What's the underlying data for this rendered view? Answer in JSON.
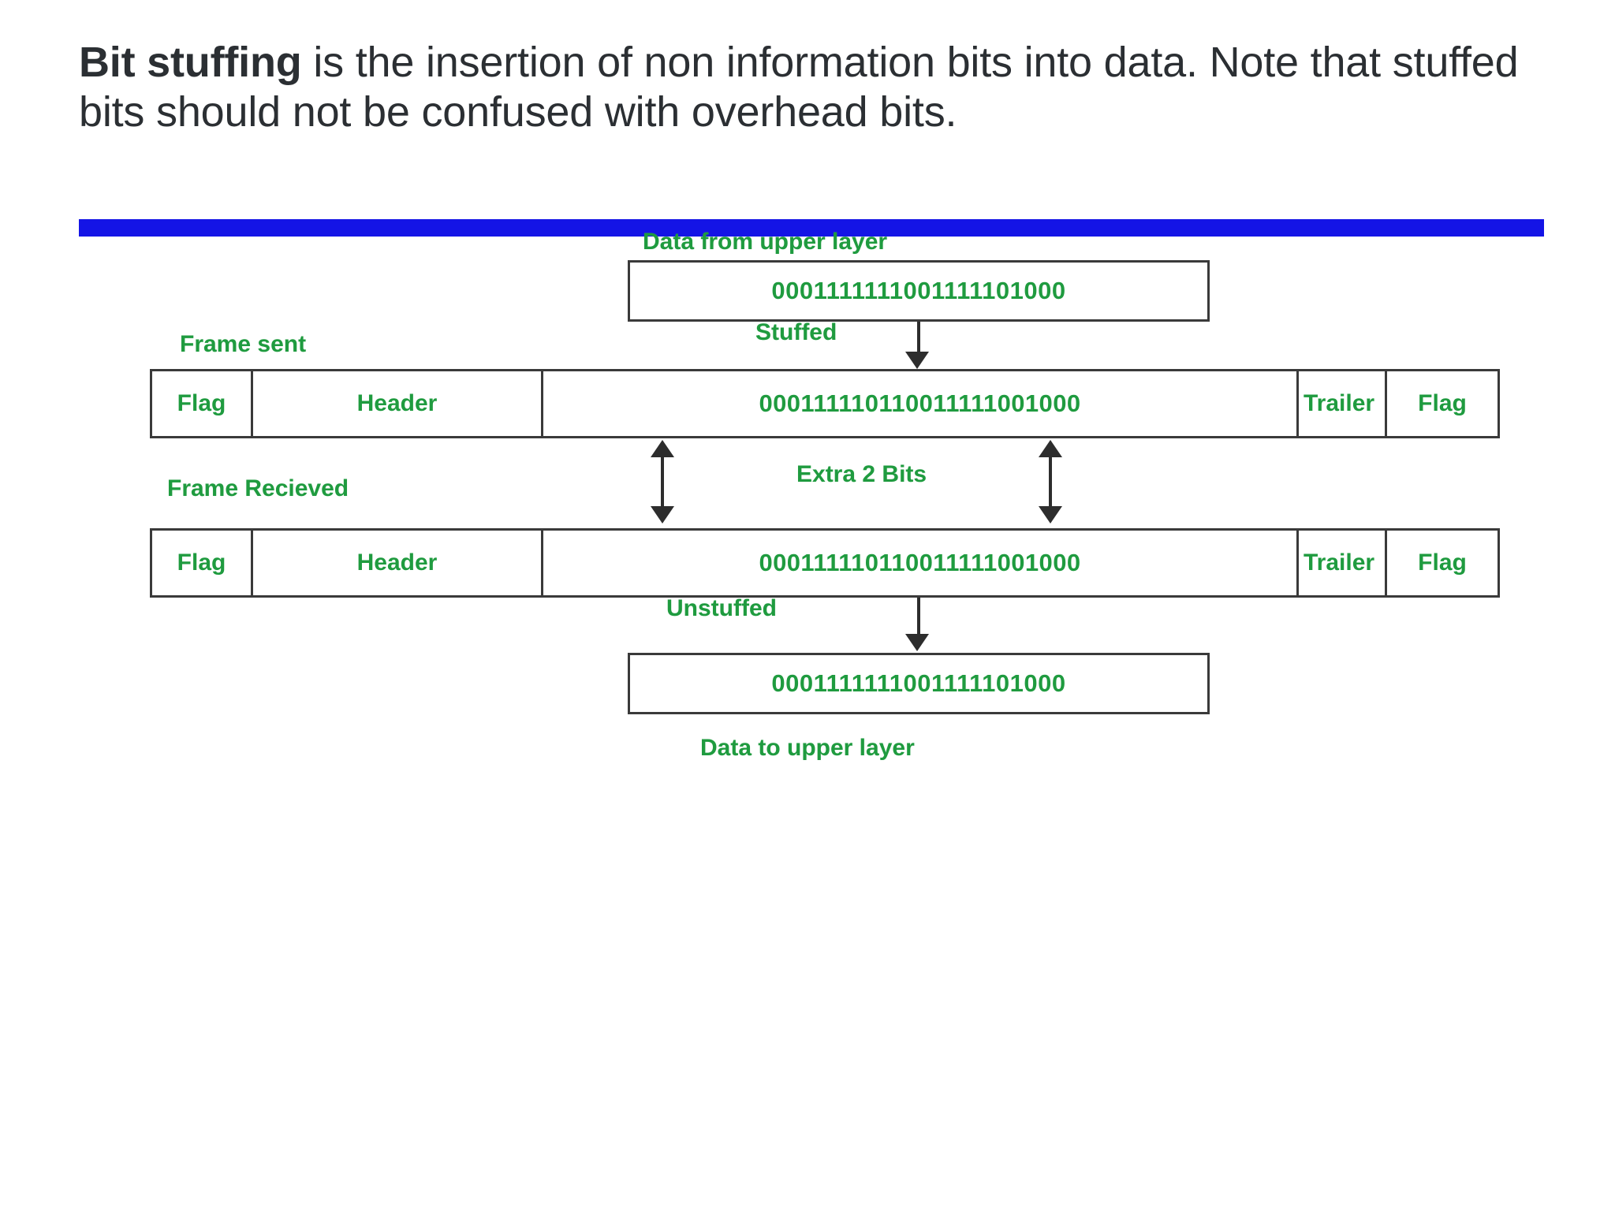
{
  "slide": {
    "heading_bold": "Bit stuffing",
    "heading_rest": " is the insertion of non information bits into data. Note that stuffed bits should not be confused with overhead bits.",
    "rule_color": "#1414e6"
  },
  "diagram": {
    "accent_color": "#1f9b3f",
    "line_color": "#2d2d2d",
    "top": {
      "caption": "Data from upper layer",
      "bits": "0001111111001111101000"
    },
    "stuffed_label": "Stuffed",
    "frame_sent": {
      "caption": "Frame sent",
      "flag_left": "Flag",
      "header": "Header",
      "bits": "000111110110011111001000",
      "trailer": "Trailer",
      "flag_right": "Flag"
    },
    "extra_label": "Extra 2 Bits",
    "frame_received": {
      "caption": "Frame Recieved",
      "flag_left": "Flag",
      "header": "Header",
      "bits": "000111110110011111001000",
      "trailer": "Trailer",
      "flag_right": "Flag"
    },
    "unstuffed_label": "Unstuffed",
    "bottom": {
      "bits": "0001111111001111101000",
      "caption": "Data to upper layer"
    }
  }
}
